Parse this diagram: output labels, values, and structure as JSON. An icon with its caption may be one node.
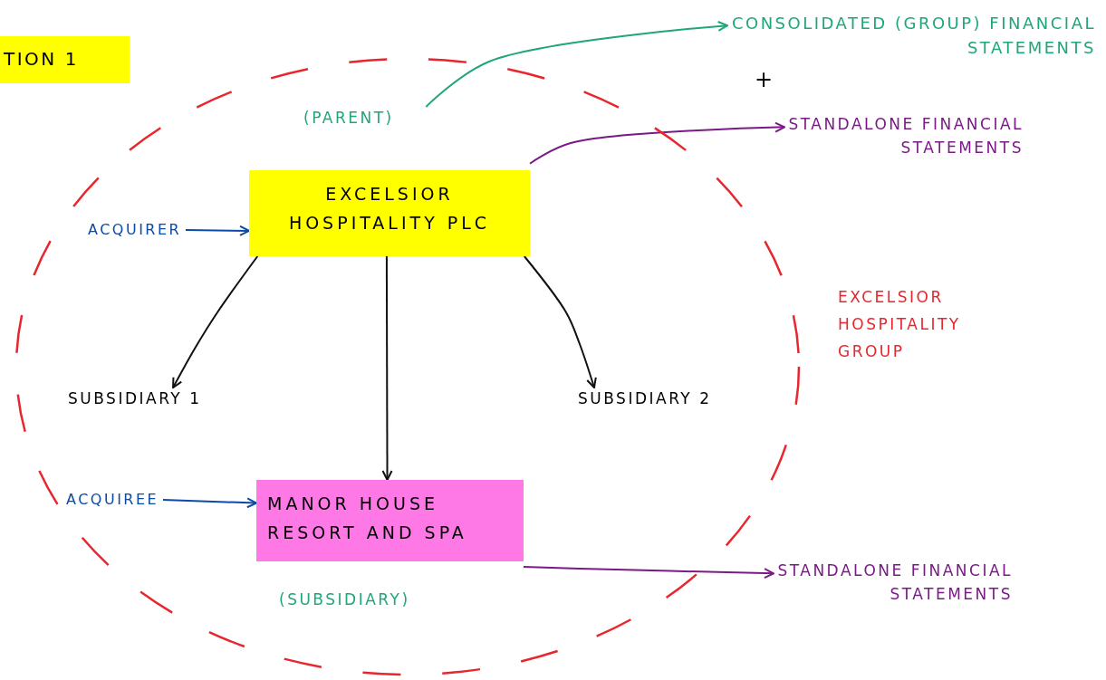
{
  "diagram": {
    "nodes": [
      {
        "text": [
          "TION 1"
        ]
      },
      {
        "text": [
          "EXCELSIOR HOSPITALITY GROUP"
        ]
      },
      {
        "text": [
          "ACQUIRER"
        ],
        "in": 1
      },
      {
        "text": [
          "EXCELSIOR HOSPITALITY PLC"
        ],
        "beside": [
          "(PARENT)"
        ],
        "in": 1
      },
      {
        "text": [
          "SUBSIDIARY 1"
        ],
        "in": 1
      },
      {
        "text": [
          "SUBSIDIARY 2"
        ],
        "in": 1
      },
      {
        "text": [
          "ACQUIREE"
        ],
        "in": 1
      },
      {
        "text": [
          "MANOR HOUSE RESORT AND SPA"
        ],
        "beside": [
          "(SUBSIDIARY)"
        ],
        "in": 1
      },
      {
        "text": [
          "CONSOLIDATED (GROUP) FINANCIAL STATEMENTS"
        ]
      },
      {
        "text": [
          "STANDALONE FINANCIAL STATEMENTS"
        ]
      },
      {
        "text": [
          "STANDALONE FINANCIAL STATEMENTS"
        ]
      }
    ],
    "edges": [
      {
        "from": 2,
        "to": 3,
        "arrow": "to",
        "color": "#0b4aa8"
      },
      {
        "from": 3,
        "to": 4,
        "arrow": "to"
      },
      {
        "from": 3,
        "to": 7,
        "arrow": "to"
      },
      {
        "from": 3,
        "to": 5,
        "arrow": "to"
      },
      {
        "from": 6,
        "to": 7,
        "arrow": "to",
        "color": "#0b4aa8"
      },
      {
        "from": 3,
        "to": 8,
        "arrow": "to",
        "color": "#1fa67a"
      },
      {
        "from": 3,
        "to": 9,
        "arrow": "to",
        "color": "#7a1a86"
      },
      {
        "from": 7,
        "to": 10,
        "arrow": "to",
        "color": "#7a1a86"
      }
    ],
    "labels": [
      "+"
    ]
  }
}
